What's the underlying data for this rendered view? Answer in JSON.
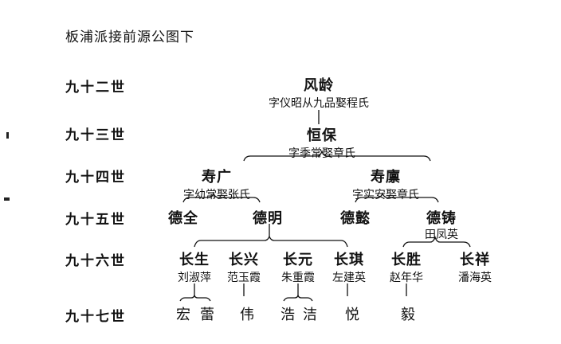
{
  "title": "板浦派接前源公图下",
  "generations": [
    {
      "label": "九十二世"
    },
    {
      "label": "九十三世"
    },
    {
      "label": "九十四世"
    },
    {
      "label": "九十五世"
    },
    {
      "label": "九十六世"
    },
    {
      "label": "九十七世"
    }
  ],
  "nodes": {
    "fengling": {
      "name": "风龄",
      "note": "字仪昭从九品娶程氏"
    },
    "hengbao": {
      "name": "恒保",
      "note": "字季常娶章氏"
    },
    "shouguang": {
      "name": "寿广",
      "note": "字幼常娶张氏"
    },
    "shoulin": {
      "name": "寿廪",
      "note": "字实安娶章氏"
    },
    "dequan": {
      "name": "德全"
    },
    "deming": {
      "name": "德明"
    },
    "deyi": {
      "name": "德懿"
    },
    "dezhu": {
      "name": "德铸",
      "note": "田凤英"
    },
    "changsheng": {
      "name": "长生",
      "note": "刘淑萍"
    },
    "changxing": {
      "name": "长兴",
      "note": "范玉霞"
    },
    "changyuan": {
      "name": "长元",
      "note": "朱重霞"
    },
    "changqi": {
      "name": "长琪",
      "note": "左建英"
    },
    "changsheng2": {
      "name": "长胜",
      "note": "赵年华"
    },
    "changxiang": {
      "name": "长祥",
      "note": "潘海英"
    }
  },
  "gen97": [
    {
      "name": "宏"
    },
    {
      "name": "蕾"
    },
    {
      "name": "伟"
    },
    {
      "name": "浩"
    },
    {
      "name": "洁"
    },
    {
      "name": "悦"
    },
    {
      "name": "毅"
    }
  ]
}
